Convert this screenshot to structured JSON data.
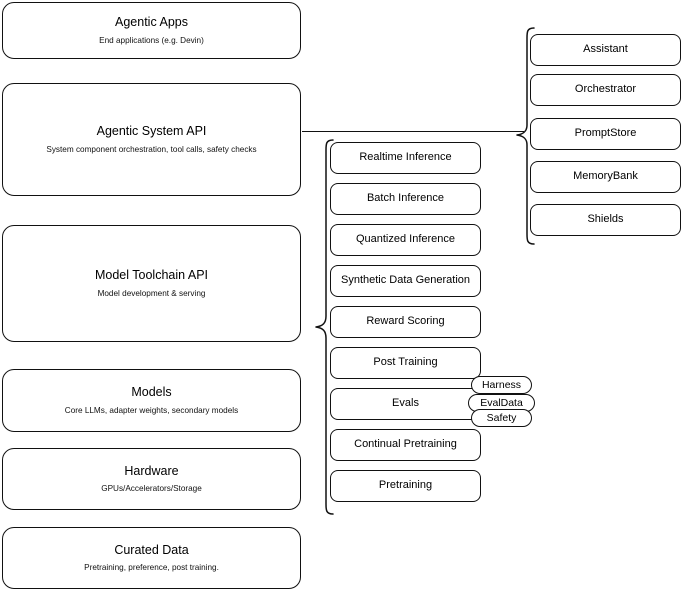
{
  "diagram": {
    "title": "Llama Stack layered architecture diagram",
    "stroke_color": "#111111",
    "background_color": "#ffffff"
  },
  "left_stack": {
    "name": "platform-layers",
    "items": [
      {
        "title": "Agentic Apps",
        "subtitle": "End applications (e.g. Devin)"
      },
      {
        "title": "Agentic System API",
        "subtitle": "System component orchestration, tool calls, safety checks"
      },
      {
        "title": "Model Toolchain API",
        "subtitle": "Model development & serving"
      },
      {
        "title": "Models",
        "subtitle": "Core LLMs, adapter weights, secondary models"
      },
      {
        "title": "Hardware",
        "subtitle": "GPUs/Accelerators/Storage"
      },
      {
        "title": "Curated Data",
        "subtitle": "Pretraining, preference, post training."
      }
    ]
  },
  "middle_column": {
    "name": "model-toolchain-capabilities",
    "items": [
      {
        "label": "Realtime Inference"
      },
      {
        "label": "Batch Inference"
      },
      {
        "label": "Quantized Inference"
      },
      {
        "label": "Synthetic Data Generation"
      },
      {
        "label": "Reward Scoring"
      },
      {
        "label": "Post Training"
      },
      {
        "label": "Evals"
      },
      {
        "label": "Continual Pretraining"
      },
      {
        "label": "Pretraining"
      }
    ]
  },
  "right_column": {
    "name": "agentic-system-components",
    "items": [
      {
        "label": "Assistant"
      },
      {
        "label": "Orchestrator"
      },
      {
        "label": "PromptStore"
      },
      {
        "label": "MemoryBank"
      },
      {
        "label": "Shields"
      }
    ]
  },
  "eval_pills": {
    "name": "evals-subcomponents",
    "items": [
      {
        "label": "Harness"
      },
      {
        "label": "EvalData"
      },
      {
        "label": "Safety"
      }
    ]
  }
}
